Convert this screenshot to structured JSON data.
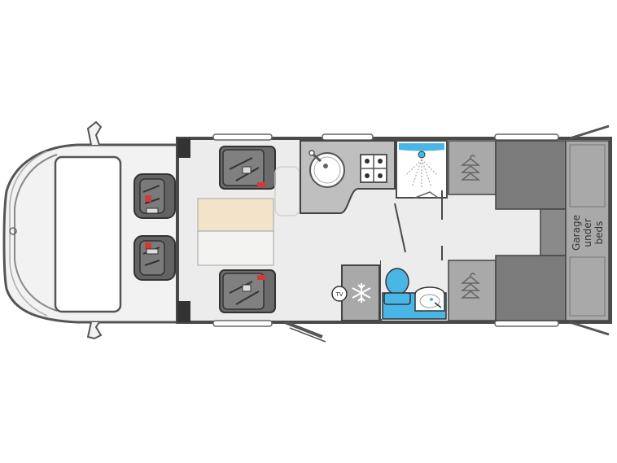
{
  "garage": {
    "line1": "Garage",
    "line2": "under",
    "line3": "beds"
  },
  "tv": {
    "left_label": "TV",
    "right_label": "TV"
  },
  "colors": {
    "floor": "#ececec",
    "wall": "#4a4a4a",
    "bed": "#7b7b7b",
    "wardrobe": "#a9a9a9",
    "seat": "#636363",
    "table_top": "#f3e3c8",
    "table_bottom": "#f3f3f1",
    "bathroom": "#4ab6e6",
    "counter": "#bfbfbf",
    "seatbelt": "#d23a3a"
  },
  "icons": {
    "fridge": "snowflake-icon",
    "wardrobe": "hanger-icon",
    "hob": "gas-hob-icon",
    "sink": "sink-icon",
    "shower": "shower-icon",
    "toilet": "toilet-icon",
    "basin": "basin-icon"
  }
}
